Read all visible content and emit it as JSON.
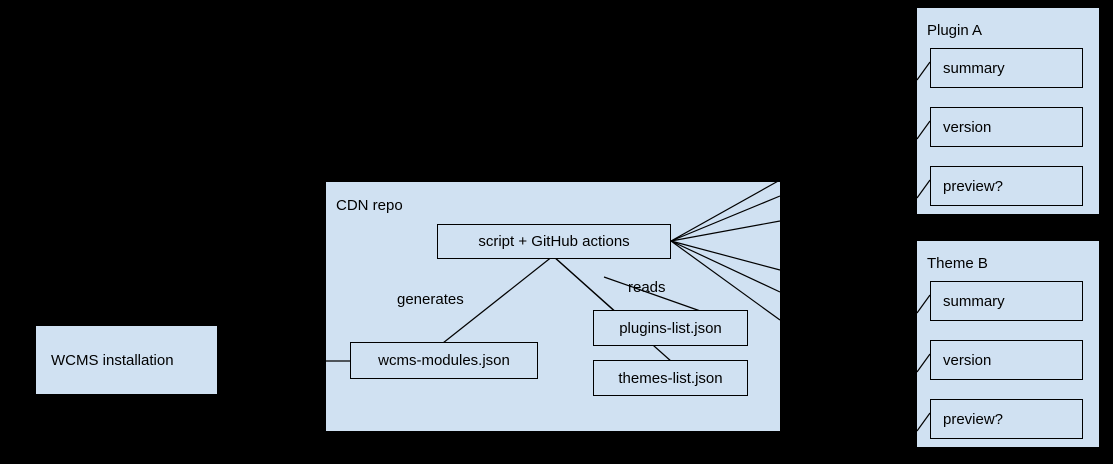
{
  "diagram": {
    "background_color": "#000000",
    "panel_fill": "#d0e1f2",
    "stroke_color": "#000000",
    "wcms_installation": {
      "label": "WCMS installation"
    },
    "cdn_repo": {
      "title": "CDN repo",
      "nodes": {
        "script": "script + GitHub actions",
        "wcms_modules": "wcms-modules.json",
        "plugins_list": "plugins-list.json",
        "themes_list": "themes-list.json"
      },
      "edge_labels": {
        "generates": "generates",
        "reads": "reads"
      }
    },
    "plugin_a": {
      "title": "Plugin A",
      "fields": [
        "summary",
        "version",
        "preview?"
      ]
    },
    "theme_b": {
      "title": "Theme B",
      "fields": [
        "summary",
        "version",
        "preview?"
      ]
    }
  }
}
